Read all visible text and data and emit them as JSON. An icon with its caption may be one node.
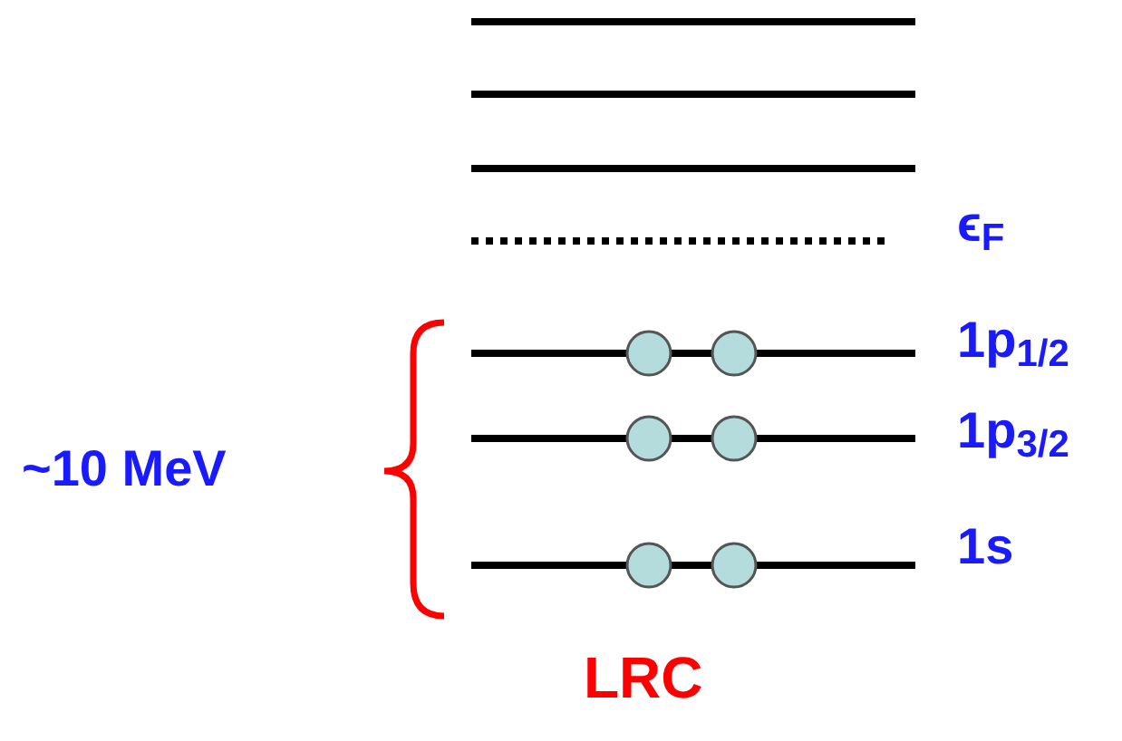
{
  "diagram": {
    "labels": [
      "ϵ$_{F}$",
      "1p$_{1/2}$",
      "1p$_{3/2}$",
      "1s",
      "~10 MeV",
      "LRC"
    ]
  }
}
